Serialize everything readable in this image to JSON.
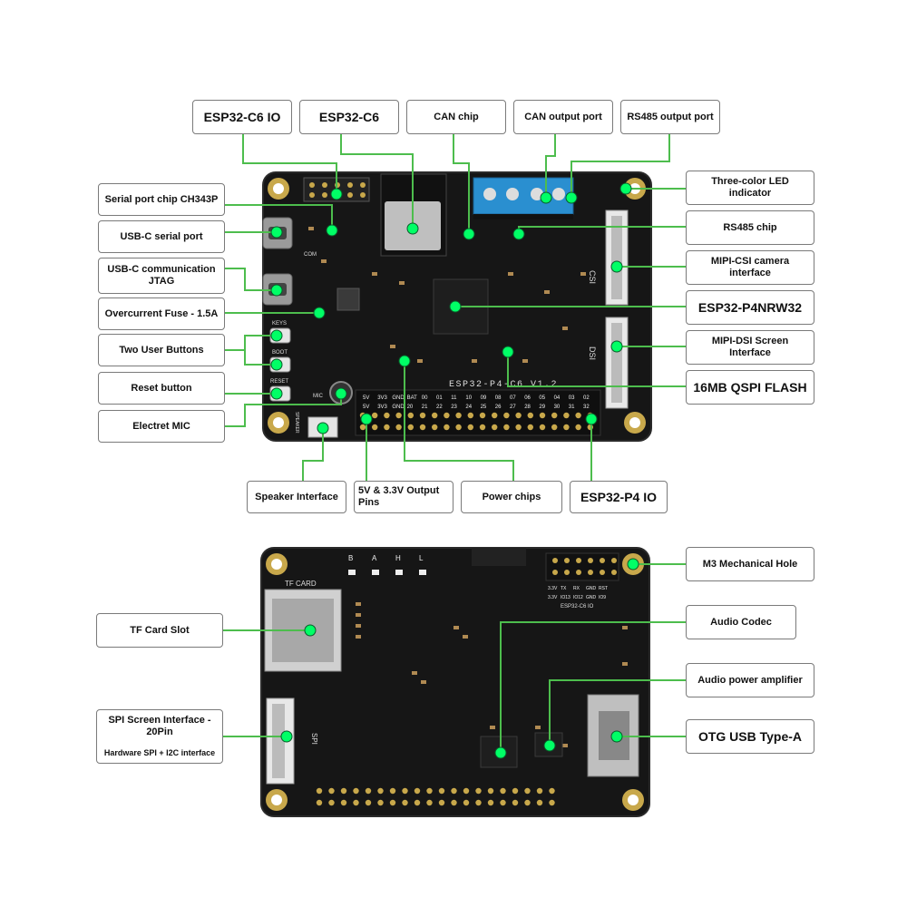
{
  "theme": {
    "pcb": "#161616",
    "pcb_edge": "#2a2a2a",
    "connector": "#00ff66",
    "gold": "#c8a84b",
    "terminal_blue": "#2a8fd0"
  },
  "labels": {
    "c6_io": "ESP32-C6    IO",
    "c6": "ESP32-C6",
    "can_chip": "CAN chip",
    "can_out": "CAN output port",
    "rs485_out": "RS485 output port",
    "serial_chip": "Serial port chip CH343P",
    "usbc_serial": "USB-C serial port",
    "usbc_jtag": "USB-C communication JTAG",
    "fuse": "Overcurrent Fuse - 1.5A",
    "user_buttons": "Two User Buttons",
    "reset": "Reset button",
    "mic": "Electret MIC",
    "led": "Three-color LED indicator",
    "rs485_chip": "RS485 chip",
    "csi": "MIPI-CSI camera interface",
    "p4nrw": "ESP32-P4NRW32",
    "dsi": "MIPI-DSI Screen Interface",
    "flash": "16MB QSPI FLASH",
    "speaker": "Speaker Interface",
    "pins_5v": "5V & 3.3V Output Pins",
    "power_chips": "Power chips",
    "p4_io": "ESP32-P4    IO",
    "tf_slot": "TF Card Slot",
    "spi_line1": "SPI Screen Interface - 20Pin",
    "spi_line2": "Hardware SPI + I2C interface",
    "m3_hole": "M3 Mechanical Hole",
    "audio_codec": "Audio Codec",
    "audio_amp": "Audio power amplifier",
    "otg": "OTG USB Type-A"
  },
  "silkscreen": {
    "board_name": "ESP32-P4-C6 V1.2",
    "csi": "CSI",
    "dsi": "DSI",
    "keys": "KEYS",
    "boot": "BOOT",
    "reset": "RESET",
    "mic": "MIC",
    "speaker": "SPEAKER",
    "com": "COM",
    "tf_card": "TF CARD",
    "spi": "SPI",
    "c6_io": "ESP32-C6 IO",
    "header_top": [
      "3.3V",
      "TX",
      "RX",
      "GND",
      "RST"
    ],
    "header_bottom": [
      "3.3V",
      "IO13",
      "IO12",
      "GND",
      "IO9"
    ],
    "leds": [
      "B",
      "A",
      "H",
      "L"
    ],
    "pin_row1": [
      "5V",
      "3V3",
      "GND",
      "BAT",
      "00",
      "01",
      "11",
      "10",
      "09",
      "08",
      "07",
      "06",
      "05",
      "04",
      "03",
      "02"
    ],
    "pin_row2": [
      "5V",
      "3V3",
      "GND",
      "20",
      "21",
      "22",
      "23",
      "24",
      "25",
      "26",
      "27",
      "28",
      "29",
      "30",
      "31",
      "32"
    ]
  }
}
